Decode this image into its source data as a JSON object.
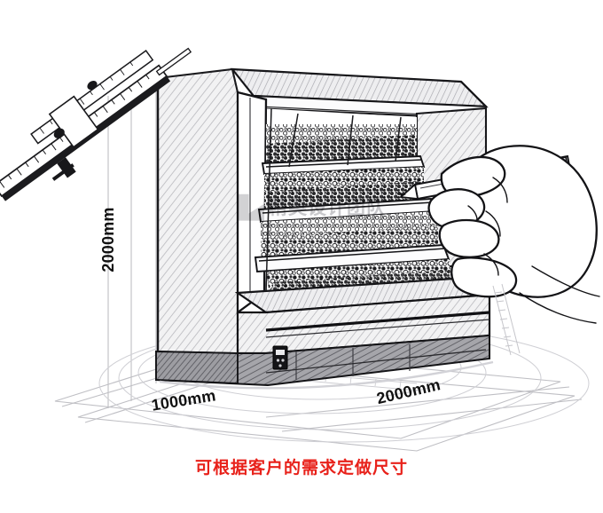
{
  "illustration": {
    "title": "refrigerated open display case technical sketch",
    "subject": "open-front multideck produce merchandiser",
    "style": "hand-drawn pencil sketch line art",
    "background_color": "#ffffff"
  },
  "dimensions": {
    "height": {
      "label": "2000mm",
      "orientation": "vertical",
      "value": 2000,
      "unit": "mm"
    },
    "depth": {
      "label": "1000mm",
      "orientation": "diagonal-left",
      "value": 1000,
      "unit": "mm"
    },
    "width": {
      "label": "2000mm",
      "orientation": "diagonal-right",
      "value": 2000,
      "unit": "mm"
    }
  },
  "caption": {
    "text": "可根据客户的需求定做尺寸",
    "color": "#e8211a"
  },
  "watermark": {
    "text": "精英设计团队",
    "logo_name": "flag-logo",
    "color": "#7c7c82"
  },
  "annotations": {
    "tool_caliper": "vernier-caliper",
    "tool_pencil": "pencil",
    "hand": "hand-holding-pencil",
    "control_panel": "temperature-control-panel"
  },
  "colors": {
    "ink": "#111111",
    "dim_line": "#b9b9bd",
    "shade_light": "#d9d9dc",
    "shade_mid": "#a8a8ad",
    "shade_dark": "#6f6f74",
    "plinth": "#8b8b90",
    "accent_red": "#e8211a"
  }
}
